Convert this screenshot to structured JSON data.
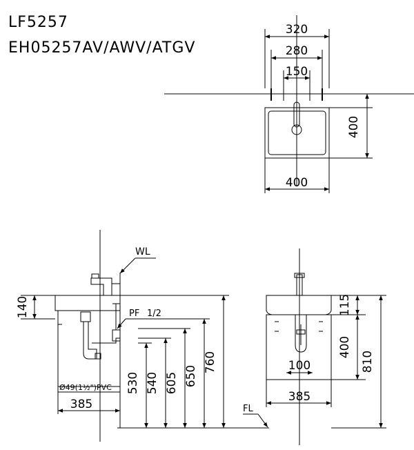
{
  "titles": {
    "model": "LF5257",
    "variants": "EH05257AV/AWV/ATGV"
  },
  "top_view": {
    "width_320": "320",
    "width_280": "280",
    "width_150": "150",
    "depth_400": "400",
    "width_400": "400"
  },
  "side_view": {
    "wl": "WL",
    "pf": "PF",
    "pf_size": "1/2",
    "h140": "140",
    "pvc": "Ø49(1½\")PVC",
    "w385": "385",
    "h530": "530",
    "h540": "540",
    "h605": "605",
    "h650": "650",
    "h760": "760"
  },
  "front_view": {
    "fl": "FL",
    "h115": "115",
    "h400": "400",
    "h810": "810",
    "w100": "100",
    "w385": "385"
  }
}
